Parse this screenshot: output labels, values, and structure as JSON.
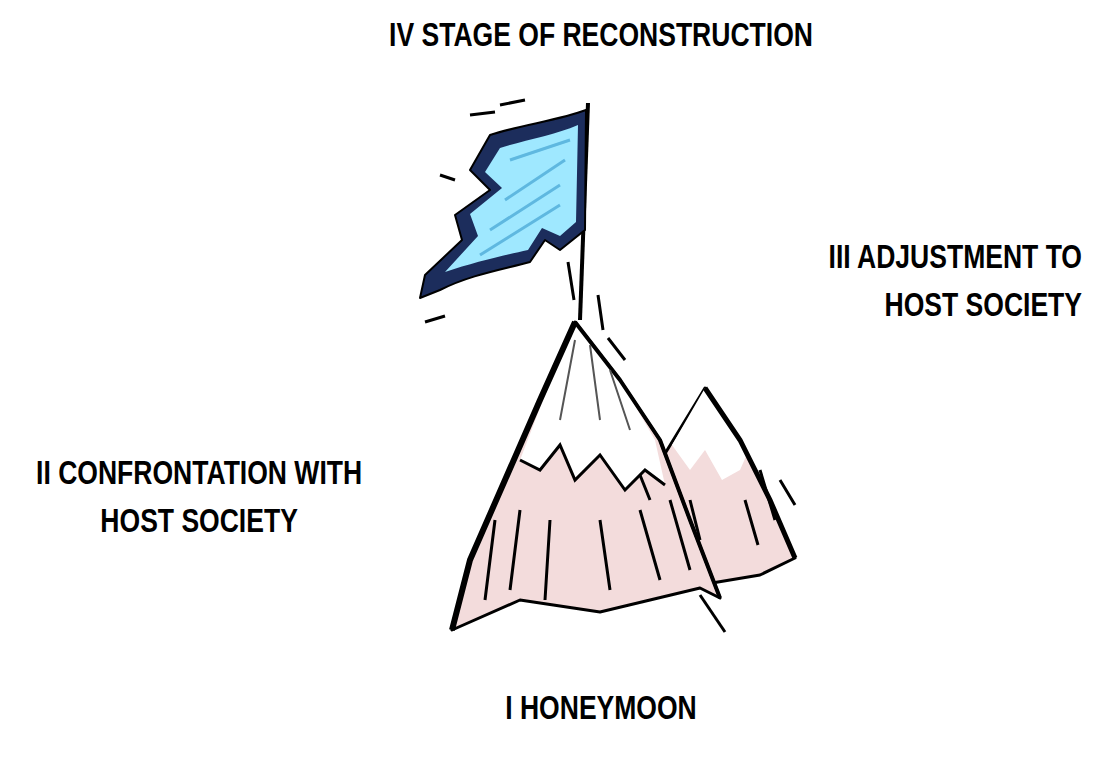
{
  "diagram": {
    "labels": [
      "IV STAGE OF RECONSTRUCTION",
      "III ADJUSTMENT TO HOST SOCIETY",
      "II CONFRONTATION WITH HOST SOCIETY",
      "I HONEYMOON"
    ]
  }
}
